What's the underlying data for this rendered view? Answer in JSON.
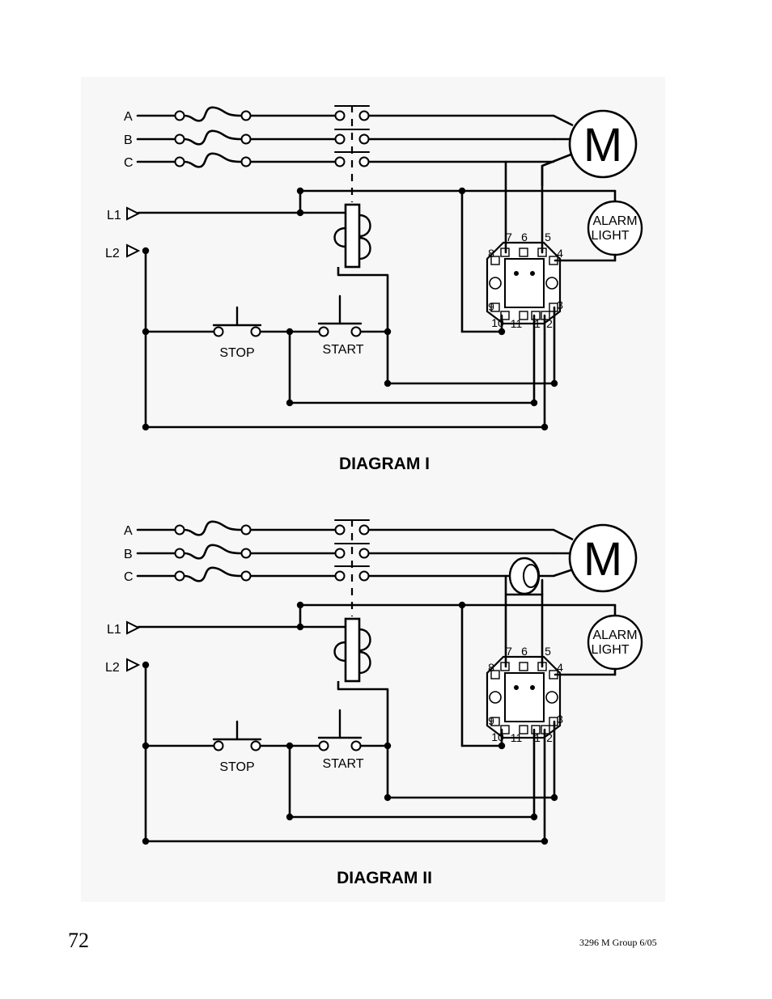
{
  "diagrams": [
    {
      "title": "DIAGRAM I",
      "phases": [
        "A",
        "B",
        "C"
      ],
      "lines": [
        "L1",
        "L2"
      ],
      "motor": "M",
      "alarm": [
        "ALARM",
        "LIGHT"
      ],
      "stop": "STOP",
      "start": "START",
      "terminals": [
        "7",
        "6",
        "5",
        "8",
        "4",
        "9",
        "3",
        "10",
        "11",
        "1",
        "2"
      ],
      "has_current_sensor": false
    },
    {
      "title": "DIAGRAM II",
      "phases": [
        "A",
        "B",
        "C"
      ],
      "lines": [
        "L1",
        "L2"
      ],
      "motor": "M",
      "alarm": [
        "ALARM",
        "LIGHT"
      ],
      "stop": "STOP",
      "start": "START",
      "terminals": [
        "7",
        "6",
        "5",
        "8",
        "4",
        "9",
        "3",
        "10",
        "11",
        "1",
        "2"
      ],
      "has_current_sensor": true
    }
  ],
  "footer": {
    "page_number": "72",
    "doc_code": "3296 M Group 6/05"
  },
  "colors": {
    "ink": "#000000",
    "panel": "#f7f7f7",
    "page": "#ffffff"
  }
}
